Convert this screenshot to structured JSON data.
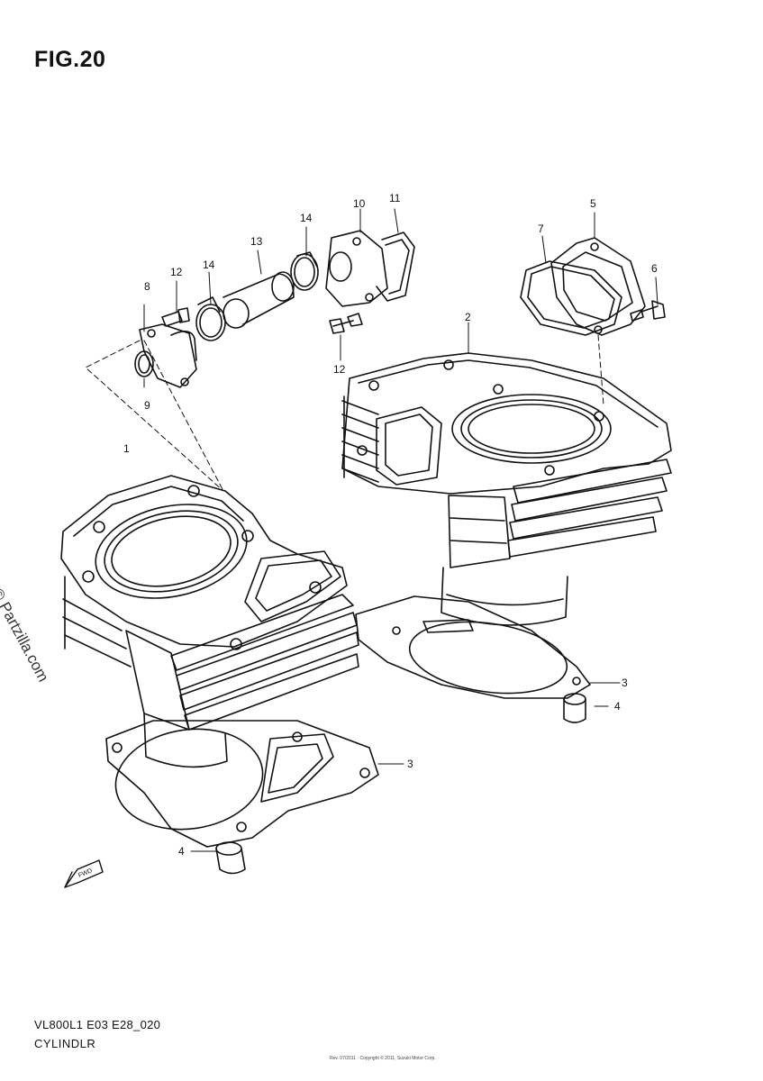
{
  "figure": {
    "title": "FIG.20",
    "code": "VL800L1 E03 E28_020",
    "subtitle": "CYLINDLR",
    "footnote": "Rev. 07/2011 · Copyright © 2011, Suzuki Motor Corp.",
    "watermark": "© Partzilla.com",
    "fwd_label": "FWD"
  },
  "callouts": [
    {
      "id": "c1",
      "label": "1"
    },
    {
      "id": "c2",
      "label": "2"
    },
    {
      "id": "c3a",
      "label": "3"
    },
    {
      "id": "c3b",
      "label": "3"
    },
    {
      "id": "c4a",
      "label": "4"
    },
    {
      "id": "c4b",
      "label": "4"
    },
    {
      "id": "c5",
      "label": "5"
    },
    {
      "id": "c6",
      "label": "6"
    },
    {
      "id": "c7",
      "label": "7"
    },
    {
      "id": "c8",
      "label": "8"
    },
    {
      "id": "c9",
      "label": "9"
    },
    {
      "id": "c10",
      "label": "10"
    },
    {
      "id": "c11",
      "label": "11"
    },
    {
      "id": "c12a",
      "label": "12"
    },
    {
      "id": "c12b",
      "label": "12"
    },
    {
      "id": "c13",
      "label": "13"
    },
    {
      "id": "c14a",
      "label": "14"
    },
    {
      "id": "c14b",
      "label": "14"
    }
  ]
}
